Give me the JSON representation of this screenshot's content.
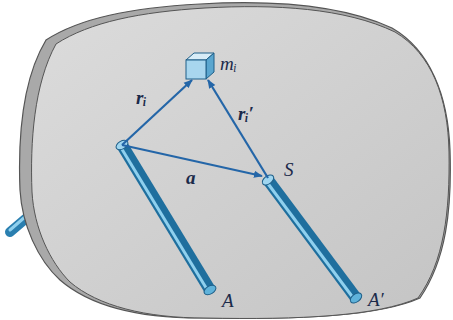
{
  "diagram": {
    "labels": [
      "mᵢ",
      "rᵢ",
      "rᵢ′",
      "a",
      "S",
      "A",
      "A′"
    ]
  }
}
